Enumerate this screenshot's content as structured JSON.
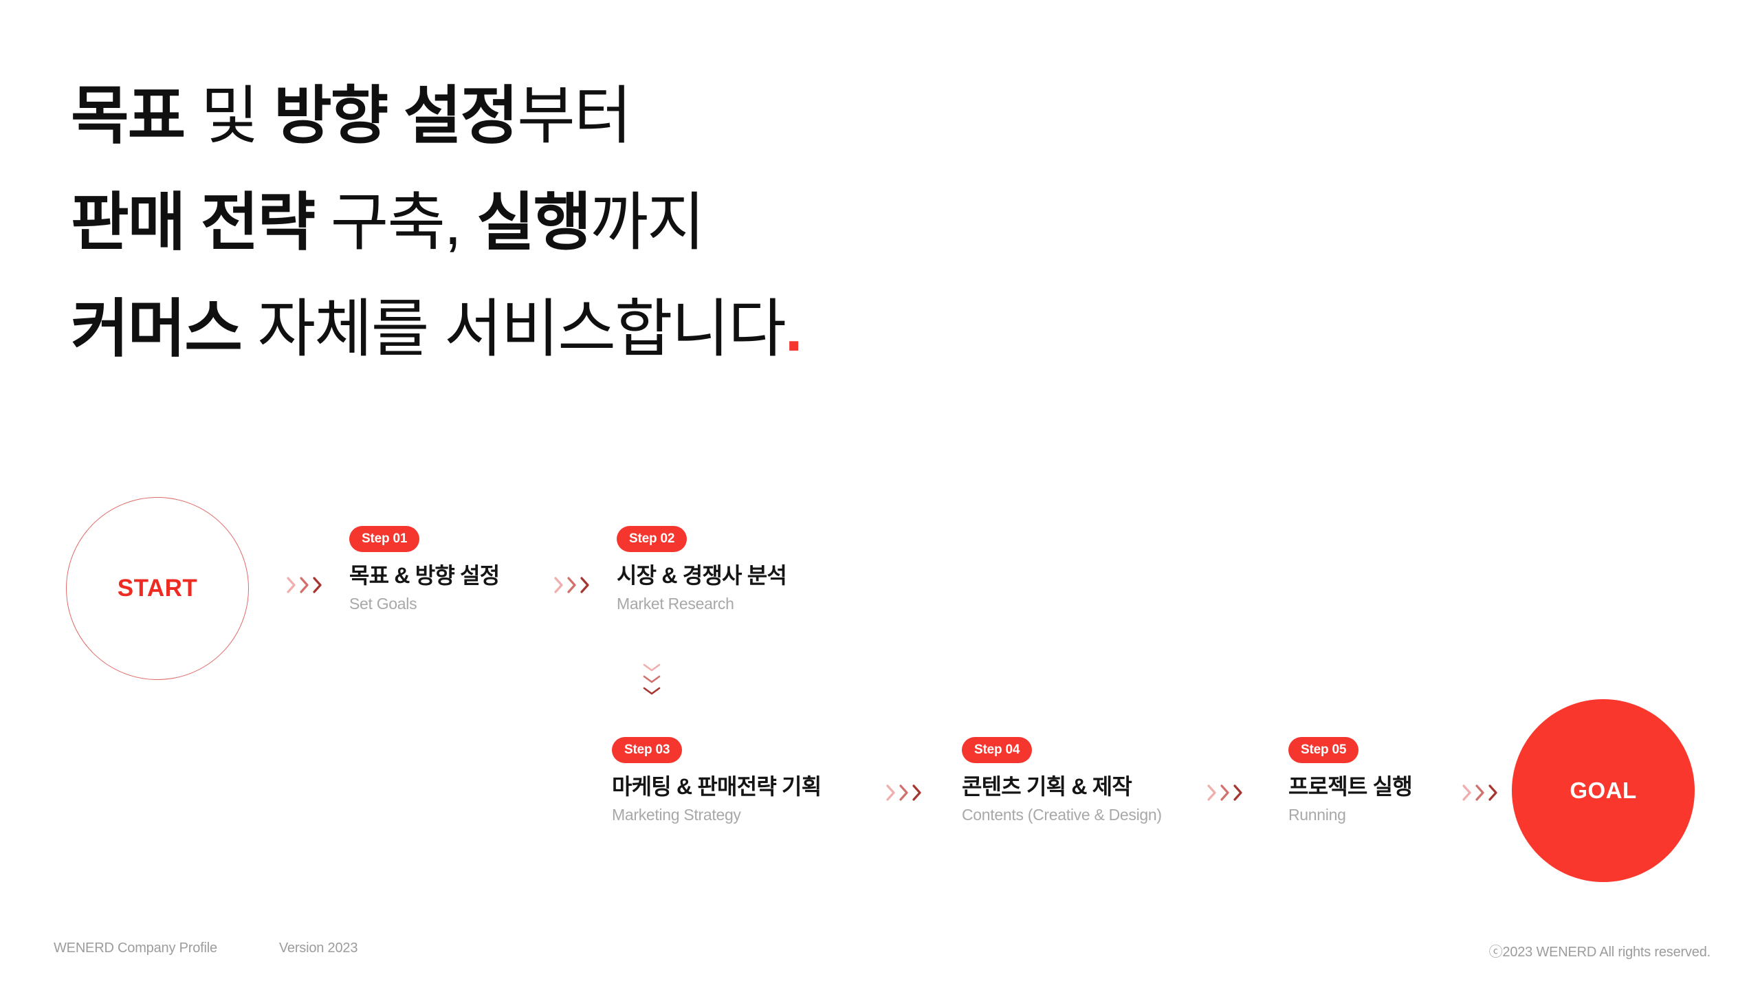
{
  "colors": {
    "brand_red": "#F5362E",
    "goal_red": "#F9372D",
    "start_outline": "#E06A66",
    "start_text": "#EE2B22",
    "headline_black": "#101010",
    "subtitle_grey": "#A8A8A8",
    "footer_grey": "#9C9C9C"
  },
  "headline": {
    "line1_bold1": "목표",
    "line1_light1": " 및 ",
    "line1_bold2": "방향 설정",
    "line1_light2": "부터",
    "line2_bold1": "판매 전략",
    "line2_light1": " 구축, ",
    "line2_bold2": "실행",
    "line2_light2": "까지",
    "line3_bold1": "커머스",
    "line3_light1": " 자체를 서비스합니다",
    "line3_dot": "."
  },
  "flow": {
    "start_label": "START",
    "goal_label": "GOAL",
    "steps": [
      {
        "badge": "Step 01",
        "title": "목표 & 방향 설정",
        "subtitle": "Set Goals"
      },
      {
        "badge": "Step 02",
        "title": "시장 & 경쟁사 분석",
        "subtitle": "Market Research"
      },
      {
        "badge": "Step 03",
        "title": "마케팅 & 판매전략 기획",
        "subtitle": "Marketing Strategy"
      },
      {
        "badge": "Step 04",
        "title": "콘텐츠 기획 & 제작",
        "subtitle": "Contents (Creative & Design)"
      },
      {
        "badge": "Step 05",
        "title": "프로젝트 실행",
        "subtitle": "Running"
      }
    ]
  },
  "footer": {
    "document_name": "WENERD Company Profile",
    "version": "Version 2023",
    "copyright": "ⓒ2023 WENERD All rights reserved."
  }
}
